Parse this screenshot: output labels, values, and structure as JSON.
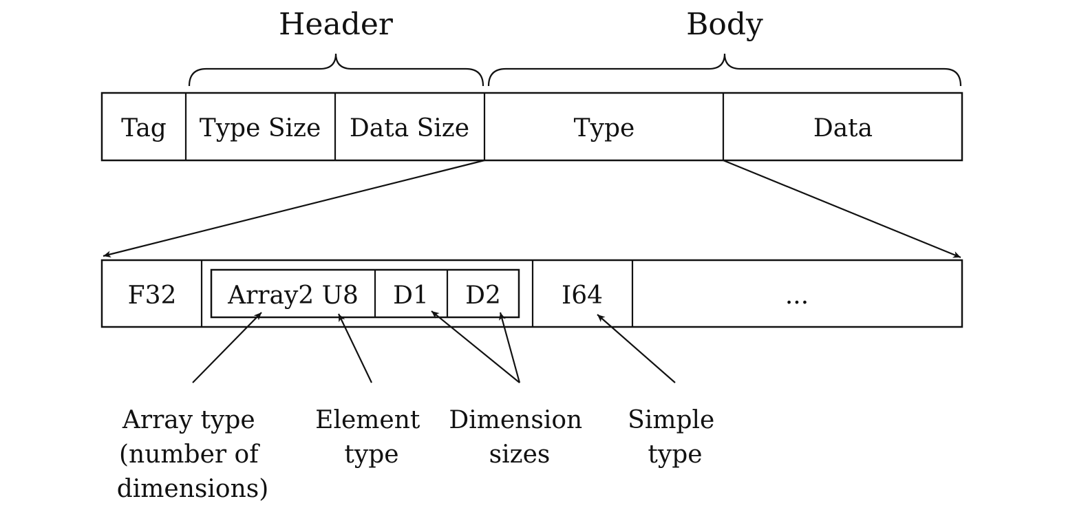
{
  "header_label": "Header",
  "body_label": "Body",
  "top_row": {
    "tag": "Tag",
    "type_size": "Type Size",
    "data_size": "Data Size",
    "type": "Type",
    "data": "Data"
  },
  "bottom_row": {
    "f32": "F32",
    "array2_u8": "Array2 U8",
    "d1": "D1",
    "d2": "D2",
    "i64": "I64",
    "ellipsis": "..."
  },
  "annotations": {
    "array_type": [
      "Array type",
      "(number of",
      "dimensions)"
    ],
    "element_type": [
      "Element",
      "type"
    ],
    "dimension_sizes": [
      "Dimension",
      "sizes"
    ],
    "simple_type": [
      "Simple",
      "type"
    ]
  }
}
